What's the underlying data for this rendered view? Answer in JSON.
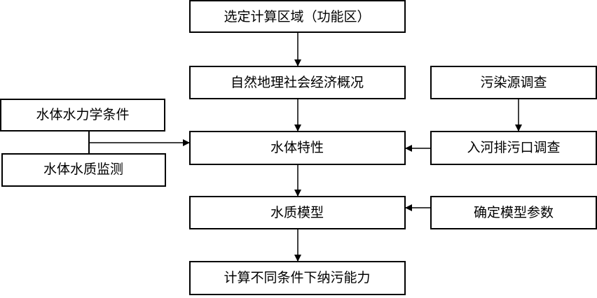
{
  "diagram": {
    "nodes": {
      "select_area": "选定计算区域（功能区）",
      "geo_socio": "自然地理社会经济概况",
      "pollution_survey": "污染源调查",
      "hydraulics": "水体水力学条件",
      "water_char": "水体特性",
      "outfall_survey": "入河排污口调查",
      "quality_monitor": "水体水质监测",
      "quality_model": "水质模型",
      "model_params": "确定模型参数",
      "capacity": "计算不同条件下纳污能力"
    },
    "edges": [
      [
        "select_area",
        "geo_socio"
      ],
      [
        "geo_socio",
        "water_char"
      ],
      [
        "water_char",
        "quality_model"
      ],
      [
        "quality_model",
        "capacity"
      ],
      [
        "pollution_survey",
        "outfall_survey"
      ],
      [
        "outfall_survey",
        "water_char"
      ],
      [
        "model_params",
        "quality_model"
      ],
      [
        "hydraulics",
        "water_char"
      ],
      [
        "quality_monitor",
        "water_char"
      ]
    ]
  }
}
